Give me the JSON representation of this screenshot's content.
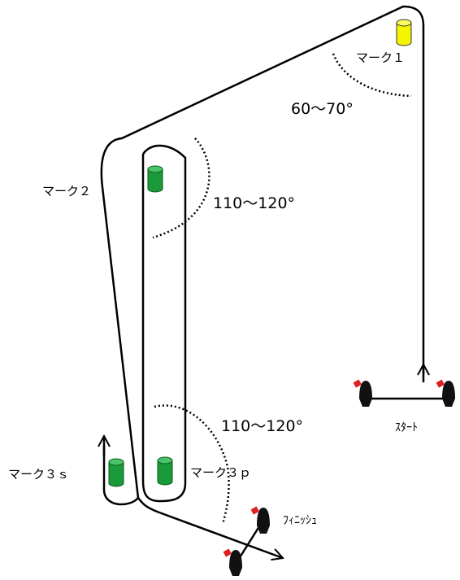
{
  "labels": {
    "mark1": "マーク１",
    "mark2": "マーク２",
    "mark3s": "マーク３ｓ",
    "mark3p": "マーク３ｐ",
    "start": "ｽﾀｰﾄ",
    "finish": "ﾌｨﾆｯｼｭ"
  },
  "angles": {
    "mark1": "60～70°",
    "mark2": "110～120°",
    "mark3": "110～120°"
  },
  "colors": {
    "mark1_buoy": "#f5f500",
    "mark2_buoy": "#1a9a3a",
    "mark3_buoys": "#1a9a3a",
    "boat_hull": "#111111",
    "boat_flag": "#e02020",
    "course_line": "#000000"
  },
  "icons": [
    "buoy-icon",
    "boat-icon",
    "arrow-icon"
  ]
}
